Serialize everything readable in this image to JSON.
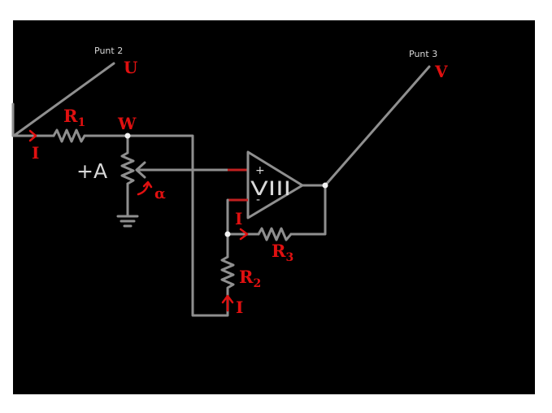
{
  "colors": {
    "background": "#000000",
    "wire": "#8f8f8f",
    "annotation": "#e01010",
    "node": "#f2f2f2"
  },
  "probes": {
    "punt2": {
      "label": "Punt 2",
      "letter": "U"
    },
    "punt3": {
      "label": "Punt 3",
      "letter": "V"
    }
  },
  "components": {
    "r1": {
      "main": "R",
      "sub": "1"
    },
    "r2": {
      "main": "R",
      "sub": "2"
    },
    "r3": {
      "main": "R",
      "sub": "3"
    },
    "node_w": "W",
    "source": "+A",
    "potentiometer_angle": "α",
    "opamp": {
      "label": "VIII",
      "plus": "+",
      "minus": "-"
    }
  },
  "currents": {
    "input": "I",
    "feedback": "I",
    "r2": "I"
  }
}
